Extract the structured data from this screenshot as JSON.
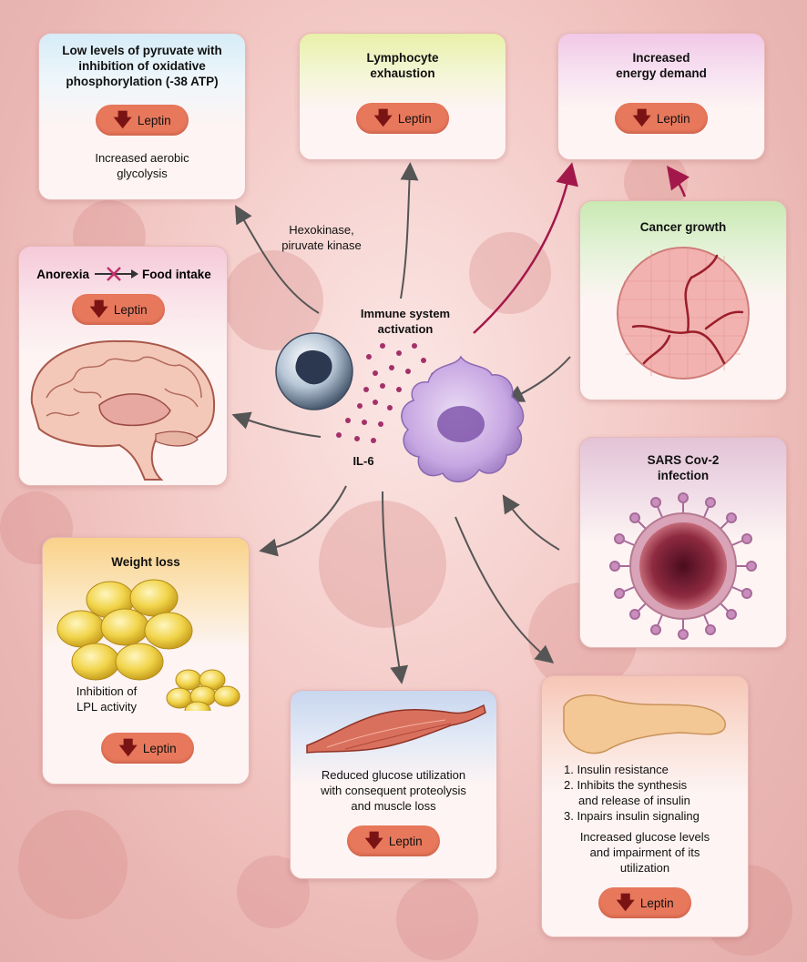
{
  "center": {
    "title": "Immune system\nactivation",
    "cytokine": "IL-6",
    "enzymes": "Hexokinase,\npiruvate kinase"
  },
  "leptin_label": "Leptin",
  "boxes": {
    "pyruvate": {
      "title": "Low levels of pyruvate with inhibition of oxidative phosphorylation (-38 ATP)",
      "body": "Increased aerobic\nglycolysis",
      "pill": "Leptin"
    },
    "lymphocyte": {
      "title": "Lymphocyte\nexhaustion",
      "pill": "Leptin"
    },
    "energy": {
      "title": "Increased\nenergy demand",
      "pill": "Leptin"
    },
    "anorexia": {
      "left": "Anorexia",
      "right": "Food intake",
      "pill": "Leptin"
    },
    "cancer": {
      "title": "Cancer growth"
    },
    "sars": {
      "title": "SARS Cov-2\ninfection"
    },
    "weight": {
      "title": "Weight loss",
      "body": "Inhibition of\nLPL activity",
      "pill": "Leptin"
    },
    "muscle": {
      "body": "Reduced glucose utilization\nwith consequent proteolysis\nand muscle loss",
      "pill": "Leptin"
    },
    "pancreas": {
      "list": [
        "1. Insulin resistance",
        "2. Inhibits the synthesis",
        "and release of insulin",
        "3. Inpairs insulin signaling"
      ],
      "body": "Increased glucose levels\nand impairment of its\nutilization",
      "pill": "Leptin"
    }
  },
  "colors": {
    "pill": "#e8785c",
    "arrow_dark": "#555555",
    "arrow_crimson": "#a3184a",
    "accent_arrow": "#7a1414"
  }
}
